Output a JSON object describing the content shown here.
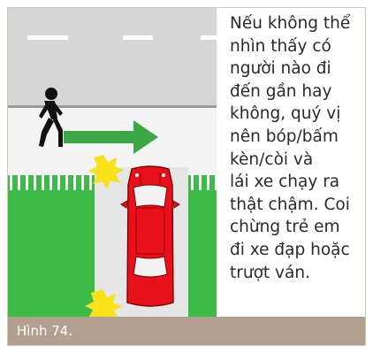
{
  "figure": {
    "label": "Hình 74.",
    "caption_lines": [
      "Nếu không thể",
      "nhìn thấy có",
      "người nào đi",
      "đến gần hay",
      "không, quý vị",
      "nên bóp/bấm",
      "kèn/còi và",
      "lái xe chạy ra",
      "thật chậm. Coi",
      "chừng trẻ em",
      "đi xe đạp hoặc",
      "trượt ván."
    ]
  },
  "colors": {
    "road": "#d6d6d6",
    "sidewalk": "#f4f4f4",
    "lawn": "#3dbb47",
    "driveway": "#e6e6e6",
    "car": "#e8101b",
    "arrow": "#3aa845",
    "horn_burst": "#f8e21a",
    "label_bar": "#b1a08f"
  },
  "icons": {
    "pedestrian": "pedestrian-icon",
    "direction": "arrow-right-icon",
    "horn": "horn-burst-icon",
    "vehicle": "car-icon"
  }
}
